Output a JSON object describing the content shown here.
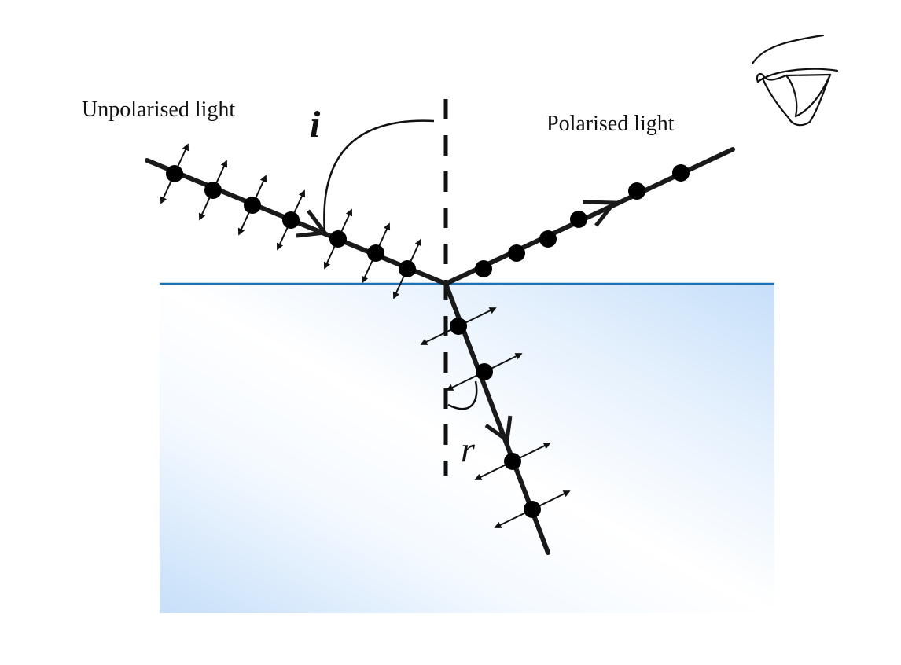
{
  "labels": {
    "incident": "Unpolarised light",
    "reflected": "Polarised light",
    "angle_incidence": "i",
    "angle_refraction": "r"
  },
  "icons": {
    "observer": "eye-icon"
  },
  "colors": {
    "surface_line": "#1a73b8",
    "medium_light": "#ffffff",
    "medium_tint": "#c8e0fa",
    "ray": "#1a1a1a"
  }
}
